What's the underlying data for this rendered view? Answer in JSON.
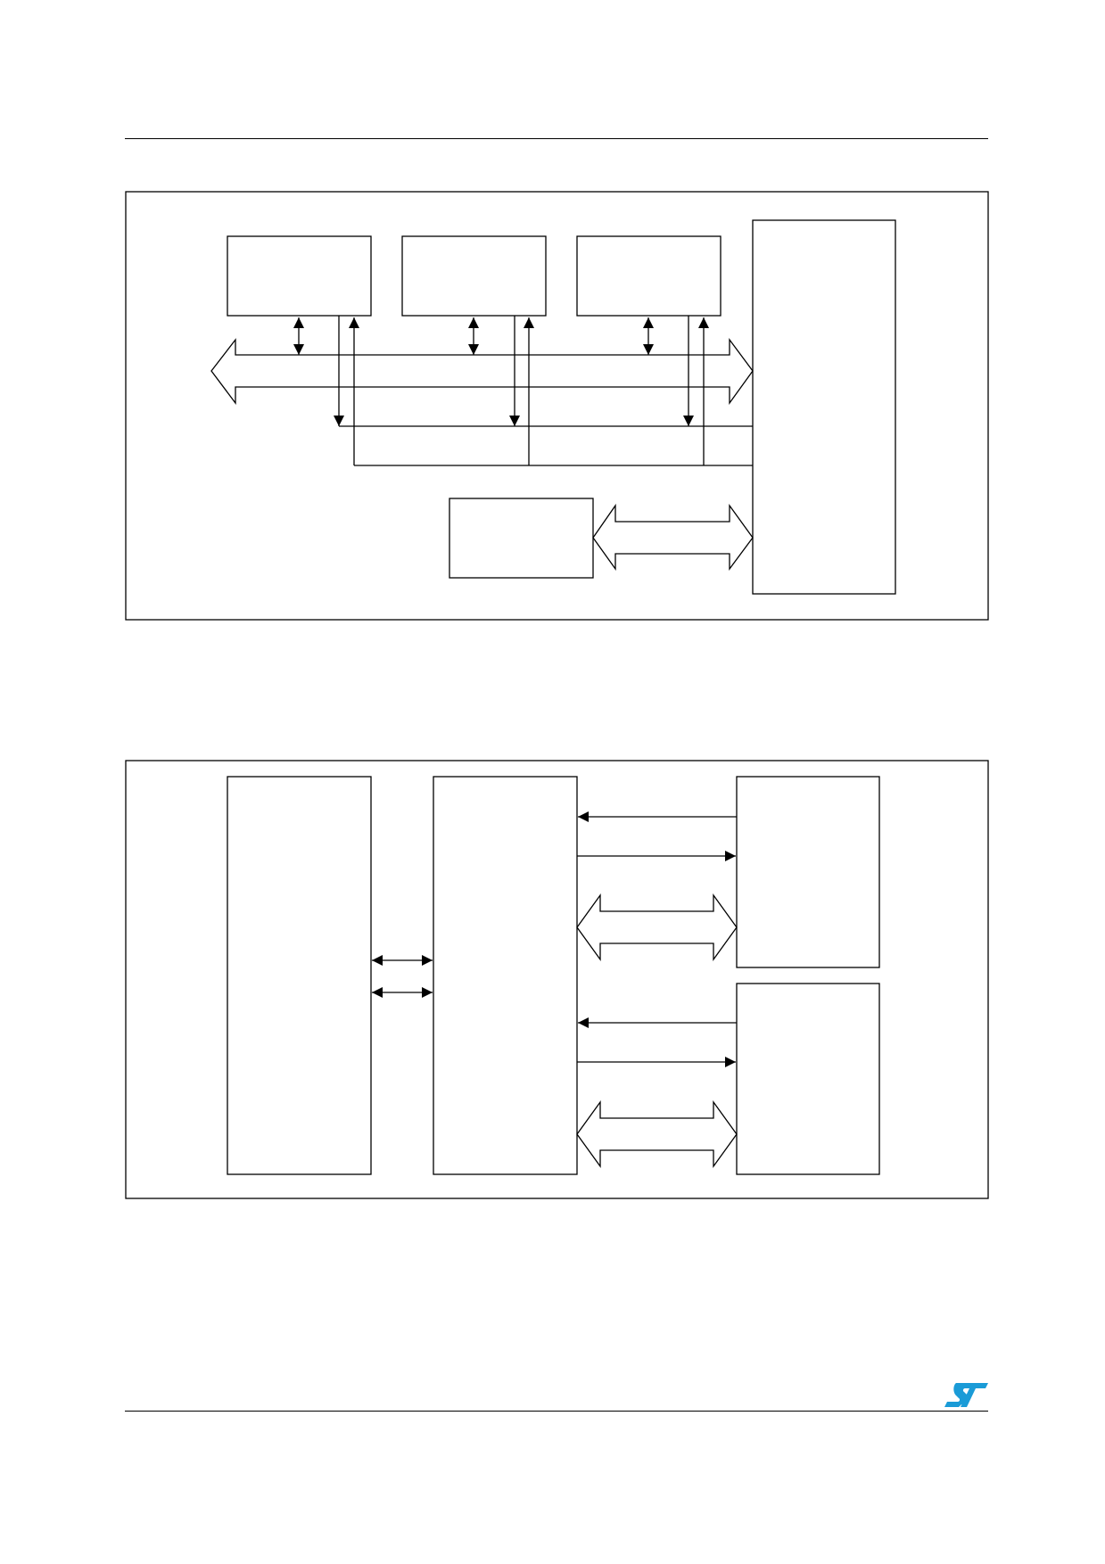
{
  "page": {
    "header_rule": true,
    "footer_rule": true
  },
  "diagram_top": {
    "blocks": [
      {
        "id": "block-a",
        "label": ""
      },
      {
        "id": "block-b",
        "label": ""
      },
      {
        "id": "block-c",
        "label": ""
      },
      {
        "id": "block-right-tall",
        "label": ""
      },
      {
        "id": "block-lower",
        "label": ""
      }
    ]
  },
  "diagram_bottom": {
    "blocks": [
      {
        "id": "block-left-tall",
        "label": ""
      },
      {
        "id": "block-middle-tall",
        "label": ""
      },
      {
        "id": "block-right-upper",
        "label": ""
      },
      {
        "id": "block-right-lower",
        "label": ""
      }
    ]
  },
  "colors": {
    "line": "#000000",
    "logo": "#1a9bd7"
  },
  "logo": {
    "icon": "st-logo-icon"
  }
}
